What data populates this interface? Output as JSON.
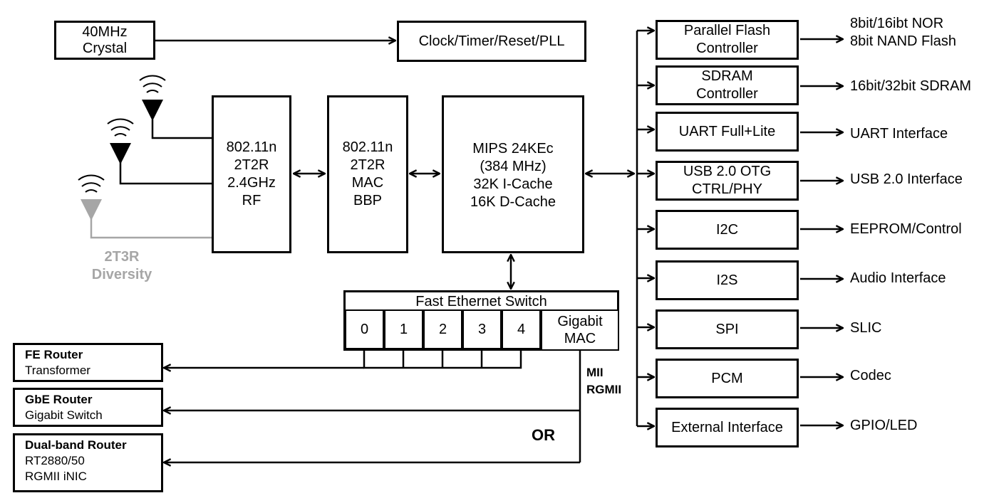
{
  "crystal": {
    "line1": "40MHz",
    "line2": "Crystal"
  },
  "clock": {
    "label": "Clock/Timer/Reset/PLL"
  },
  "rf": {
    "l1": "802.11n",
    "l2": "2T2R",
    "l3": "2.4GHz",
    "l4": "RF"
  },
  "mac": {
    "l1": "802.11n",
    "l2": "2T2R",
    "l3": "MAC",
    "l4": "BBP"
  },
  "cpu": {
    "l1": "MIPS 24KEc",
    "l2": "(384 MHz)",
    "l3": "32K I-Cache",
    "l4": "16K D-Cache"
  },
  "diversity": {
    "l1": "2T3R",
    "l2": "Diversity"
  },
  "switch": {
    "title": "Fast Ethernet Switch",
    "ports": [
      "0",
      "1",
      "2",
      "3",
      "4"
    ],
    "gigabit_l1": "Gigabit",
    "gigabit_l2": "MAC"
  },
  "mii": {
    "l1": "MII",
    "l2": "RGMII"
  },
  "or_label": "OR",
  "routers": [
    {
      "title": "FE Router",
      "lines": [
        "Transformer"
      ]
    },
    {
      "title": "GbE Router",
      "lines": [
        "Gigabit Switch"
      ]
    },
    {
      "title": "Dual-band Router",
      "lines": [
        "RT2880/50",
        "RGMII iNIC"
      ]
    }
  ],
  "peripherals": [
    {
      "l1": "Parallel Flash",
      "l2": "Controller",
      "out1": "8bit/16ibt NOR",
      "out2": "8bit NAND Flash"
    },
    {
      "l1": "SDRAM",
      "l2": "Controller",
      "out1": "16bit/32bit SDRAM",
      "out2": ""
    },
    {
      "l1": "UART Full+Lite",
      "l2": "",
      "out1": "UART Interface",
      "out2": ""
    },
    {
      "l1": "USB 2.0 OTG",
      "l2": "CTRL/PHY",
      "out1": "USB 2.0 Interface",
      "out2": ""
    },
    {
      "l1": "I2C",
      "l2": "",
      "out1": "EEPROM/Control",
      "out2": ""
    },
    {
      "l1": "I2S",
      "l2": "",
      "out1": "Audio Interface",
      "out2": ""
    },
    {
      "l1": "SPI",
      "l2": "",
      "out1": "SLIC",
      "out2": ""
    },
    {
      "l1": "PCM",
      "l2": "",
      "out1": "Codec",
      "out2": ""
    },
    {
      "l1": "External Interface",
      "l2": "",
      "out1": "GPIO/LED",
      "out2": ""
    }
  ],
  "colors": {
    "line": "#000000",
    "diversity": "#a6a6a6"
  }
}
